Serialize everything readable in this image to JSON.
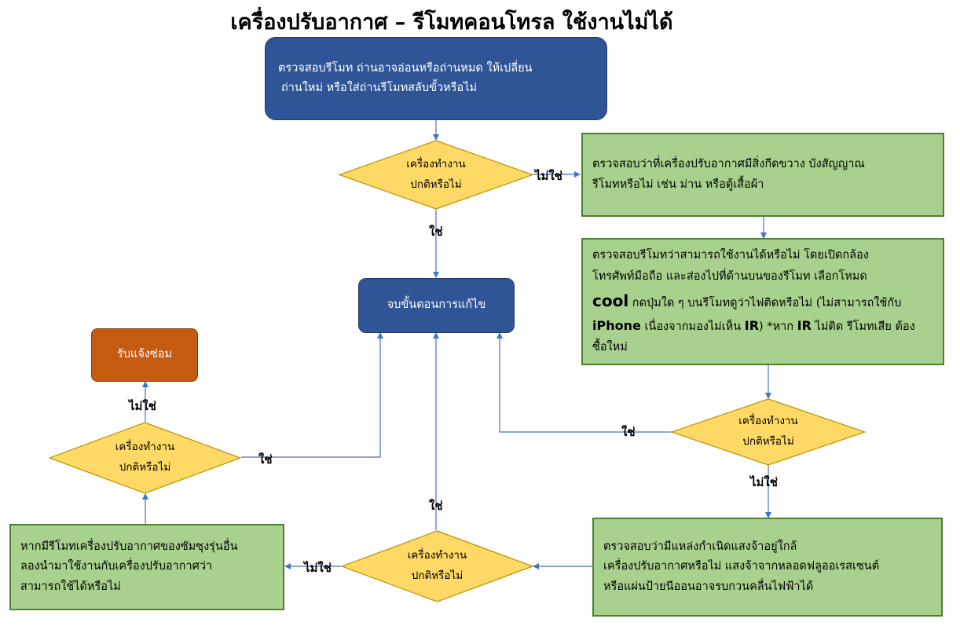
{
  "title": "เครื่องปรับอากาศ – รีโมทคอนโทรล ใช้งานไม่ได้",
  "nodes": {
    "check_remote": {
      "line1": "ตรวจสอบรีโมท ถ่านอาจอ่อนหรือถ่านหมด ให้เปลี่ยน",
      "line2": "ถ่านใหม่ หรือใส่ถ่านรีโมทสลับขั้วหรือไม่"
    },
    "check_obstacle": {
      "line1": "ตรวจสอบว่าที่เครื่องปรับอากาศมีสิ่งกีดขวาง บังสัญญาณ",
      "line2": "รีโมทหรือไม่ เช่น ม่าน หรือตู้เสื้อผ้า"
    },
    "check_ir": {
      "line1": "ตรวจสอบรีโมทว่าสามารถใช้งานได้หรือไม่ โดยเปิดกล้อง",
      "line2": "โทรศัพท์มือถือ และส่องไปที่ด้านบนของรีโมท เลือกโหมด",
      "line3_word": "cool",
      "line3_rest": " กดปุ่มใด ๆ บนรีโมทดูว่าไฟติดหรือไม่ (ไม่สามารถใช้กับ",
      "line4_word1": "iPhone",
      "line4_mid1": " เนื่องจากมองไม่เห็น ",
      "line4_word2": "IR",
      "line4_mid2": ") *หาก ",
      "line4_word3": "IR",
      "line4_end": " ไม่ติด รีโมทเสีย ต้อง",
      "line5": "ซื้อใหม่"
    },
    "end": {
      "label": "จบขั้นตอนการแก้ไข"
    },
    "repair": {
      "label": "รับแจ้งซ่อม"
    },
    "check_light": {
      "line1": "ตรวจสอบว่ามีแหล่งกำเนิดแสงจ้าอยู่ใกล้",
      "line2": "เครื่องปรับอากาศหรือไม่ แสงจ้าจากหลอดฟลูออเรสเซนต์",
      "line3": "หรือแผ่นป้ายนีออนอาจรบกวนคลื่นไฟฟ้าได้"
    },
    "other_remote": {
      "line1": "หากมีรีโมทเครื่องปรับอากาศของซัมซุงรุ่นอื่น",
      "line2": "ลองนำมาใช้งานกับเครื่องปรับอากาศว่า",
      "line3": "สามารถใช้ได้หรือไม่"
    }
  },
  "decision": {
    "line1": "เครื่องทำงาน",
    "line2": "ปกติหรือไม่"
  },
  "labels": {
    "yes": "ใช่",
    "no": "ไม่ใช่"
  },
  "colors": {
    "blue": "#2f5597",
    "green": "#a9d18e",
    "yellow": "#ffd966",
    "orange": "#c55a11",
    "connector": "#4472c4"
  }
}
